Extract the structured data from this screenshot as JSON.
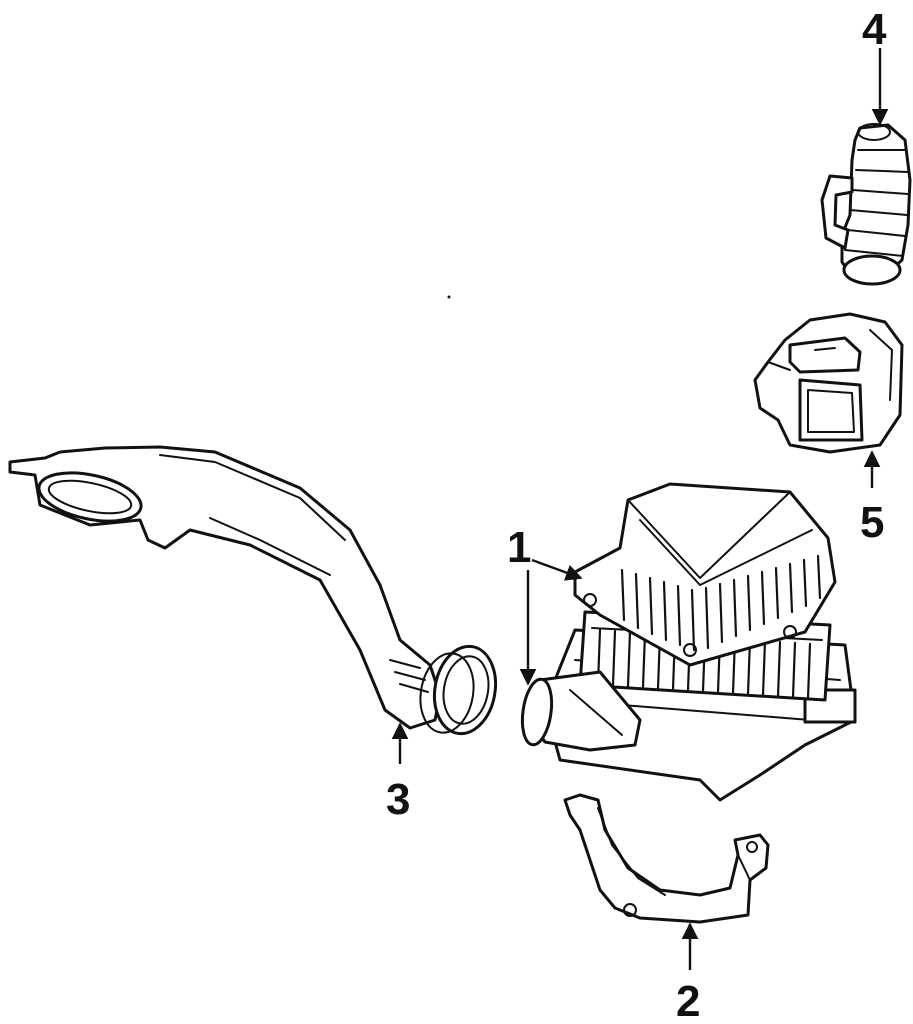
{
  "diagram": {
    "colors": {
      "line": "#111111",
      "background": "#ffffff"
    },
    "parts": [
      {
        "id": "air-cleaner-assembly",
        "callout": "1"
      },
      {
        "id": "mounting-bracket",
        "callout": "2"
      },
      {
        "id": "intake-duct",
        "callout": "3"
      },
      {
        "id": "intake-hose",
        "callout": "4"
      },
      {
        "id": "airflow-meter",
        "callout": "5"
      }
    ]
  }
}
